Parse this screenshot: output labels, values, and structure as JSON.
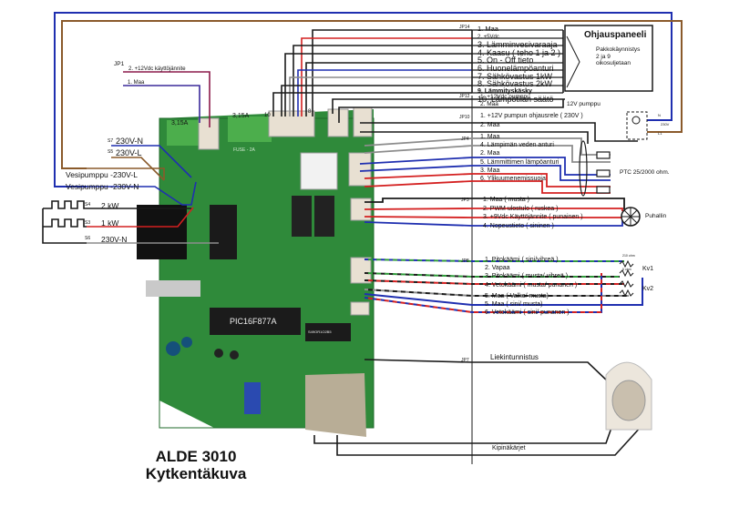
{
  "title": {
    "line1": "ALDE 3010",
    "line2": "Kytkentäkuva"
  },
  "colors": {
    "black": "#1a1a1a",
    "red": "#d42020",
    "blue": "#1f2fb0",
    "brown": "#8a5a2b",
    "gray": "#8c8c8c",
    "green": "#2f9a3a",
    "pcb": "#2f8a3a",
    "pcb_dark": "#1f6a2a",
    "connector": "#e8e0d2",
    "terminal": "#4cae4c",
    "purple_dot": "#6a1e7a",
    "yellow_dot": "#e4d000"
  },
  "control_panel": {
    "title": "Ohjauspaneeli",
    "note_line1": "Pakkokäynnistys",
    "note_line2": "2 ja 9",
    "note_line3": "oikosuljetaan"
  },
  "jp14": {
    "label": "JP14",
    "pins": [
      {
        "text": "1. Maa",
        "color": "black"
      },
      {
        "text": "2. +5Vdc",
        "color": "red"
      },
      {
        "text": "3. Lämminvesivaraaja",
        "color": "black"
      },
      {
        "text": "4. Kaasu ( teho 1 ja 2 )",
        "color": "black"
      },
      {
        "text": "5. On - Off tieto",
        "color": "black"
      },
      {
        "text": "6. Huonelämpöanturi",
        "color": "black"
      },
      {
        "text": "7. Sähkövastus 1kW",
        "color": "blue"
      },
      {
        "text": "8. Sähkövastus 2kW",
        "color": "gray"
      },
      {
        "text": "9. Lämmityskäsky",
        "color": "black"
      },
      {
        "text": "10. Lämpötilan säätö",
        "color": "black"
      }
    ]
  },
  "jp12": {
    "label": "JP12",
    "pins": [
      {
        "text": "1. +12Vdc pumppu"
      },
      {
        "text": "2. Maa"
      }
    ],
    "device": "12V pumppu"
  },
  "jp10": {
    "label": "JP10",
    "pins": [
      {
        "text": "1. +12V  pumpun ohjausrele  ( 230V )"
      },
      {
        "text": "2. Maa"
      }
    ],
    "relay_labels": {
      "n": "N",
      "voltage": "230V",
      "l": "L1"
    }
  },
  "jp4": {
    "label": "JP4",
    "pins": [
      {
        "text": "1. Maa",
        "color": "gray"
      },
      {
        "text": "4. Lämpimän veden anturi",
        "color": "gray"
      },
      {
        "text": "2. Maa",
        "color": "blue"
      },
      {
        "text": "5. Lämmittimen lämpöanturi",
        "color": "blue"
      },
      {
        "text": "3. Maa",
        "color": "red"
      },
      {
        "text": "6. Ylikuumenemissuoja",
        "color": "red"
      }
    ],
    "sensor_note": "PTC 25/2000 ohm."
  },
  "jp3": {
    "label": "JP3",
    "pins": [
      {
        "text": "1. Maa ( musta )",
        "color": "black"
      },
      {
        "text": "2. PWM ulostulo ( ruskea )",
        "color": "red"
      },
      {
        "text": "3. +9Vdc Käyttöjännite ( punainen )",
        "color": "red"
      },
      {
        "text": "4. Nopeustieto ( sininen )",
        "color": "blue"
      }
    ],
    "device": "Puhallin"
  },
  "jp8": {
    "label": "JP8",
    "pins": [
      {
        "text": "1. Pitokäämi  ( sini/vihreä )"
      },
      {
        "text": "2. Vapaa"
      },
      {
        "text": "3. Pitokäämi  ( musta/ vihreä )"
      },
      {
        "text": "4. Vetokäämi ( musta/ punanen )"
      },
      {
        "text": "5. Maa ( Valko/ musta)"
      },
      {
        "text": "5. Maa ( sini/ musta)"
      },
      {
        "text": "6. Vetokäämi ( sini/ punanen )"
      }
    ],
    "valve1": "Kv1",
    "valve2": "Kv2",
    "coil_small": "210 ohm",
    "coil_small2": "5 ohm"
  },
  "jp7": {
    "label": "JP7",
    "flame": "Liekintunnistus",
    "spark": "Kipinäkärjet"
  },
  "jp1": {
    "label": "JP1",
    "pin2": "2. +12Vdc  käyttöjännite",
    "pin1": "1. Maa"
  },
  "fuses": [
    {
      "label": "3,15A"
    },
    {
      "label": "3,15A"
    }
  ],
  "pcb": {
    "chip": "PIC16F877A",
    "fuse_print": "FUSE - 2A",
    "chip2": "S49OR1O2B5"
  },
  "power": {
    "s7": {
      "id": "S7",
      "text": "230V-N"
    },
    "s5": {
      "id": "S5",
      "text": "230V-L"
    },
    "pump_l": "Vesipumppu -230V-L",
    "pump_n": "Vesipumppu -230V-N",
    "s4": {
      "id": "S4",
      "text": "2 kW"
    },
    "s3": {
      "id": "S3",
      "text": "1 kW"
    },
    "s6": {
      "id": "S6",
      "text": "230V-N"
    }
  },
  "connector_numbers": {
    "pin10": "10",
    "pin8": "8",
    "pin5": "5",
    "pin1": "1"
  }
}
